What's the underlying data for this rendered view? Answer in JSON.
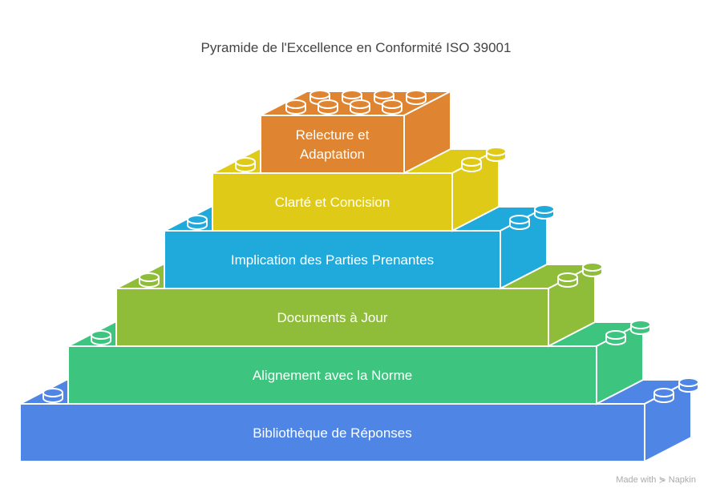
{
  "title": "Pyramide de l'Excellence en Conformité ISO 39001",
  "layers": [
    {
      "label": [
        "Relecture et",
        "Adaptation"
      ],
      "color": "#df8430"
    },
    {
      "label": [
        "Clarté et Concision"
      ],
      "color": "#dfcb17"
    },
    {
      "label": [
        "Implication des Parties Prenantes"
      ],
      "color": "#20aadb"
    },
    {
      "label": [
        "Documents à Jour"
      ],
      "color": "#8fbd3a"
    },
    {
      "label": [
        "Alignement avec la Norme"
      ],
      "color": "#3dc47e"
    },
    {
      "label": [
        "Bibliothèque de Réponses"
      ],
      "color": "#4f86e6"
    }
  ],
  "watermark": "Made with ⋟ Napkin"
}
